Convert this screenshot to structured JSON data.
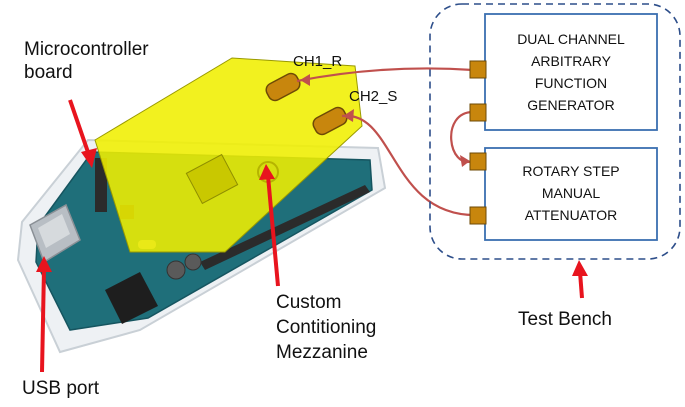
{
  "labels": {
    "microcontroller": [
      "Microcontroller",
      "board"
    ],
    "usb": "USB port",
    "mezzanine": [
      "Custom",
      "Contitioning",
      "Mezzanine"
    ],
    "test_bench": "Test Bench",
    "ch1": "CH1_R",
    "ch2": "CH2_S"
  },
  "boxes": {
    "generator": [
      "DUAL CHANNEL",
      "ARBITRARY",
      "FUNCTION",
      "GENERATOR"
    ],
    "attenuator": [
      "ROTARY STEP",
      "MANUAL",
      "ATTENUATOR"
    ]
  },
  "colors": {
    "arrow_red": "#e8141e",
    "cable": "#c0504d",
    "mezzanine_fill": "#f0ef00",
    "board": "#1f6f7a",
    "box_border": "#3a6fb0",
    "connector": "#c8860d"
  }
}
